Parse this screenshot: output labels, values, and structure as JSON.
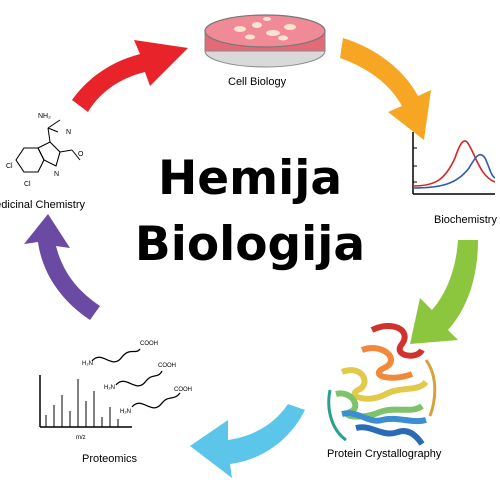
{
  "title": {
    "line1": "Hemija",
    "line2": "Biologija"
  },
  "stages": [
    {
      "name": "Cell Biology"
    },
    {
      "name": "Biochemistry"
    },
    {
      "name": "Protein Crystallography"
    },
    {
      "name": "Proteomics"
    },
    {
      "name": "Medicinal Chemistry"
    }
  ],
  "arrows": [
    {
      "color": "#e8232a"
    },
    {
      "color": "#f6a623"
    },
    {
      "color": "#8cc63f"
    },
    {
      "color": "#5bc5ea"
    },
    {
      "color": "#6a4aa2"
    }
  ],
  "proteomics_art": {
    "axis_label": "m/z",
    "group_a": "H₂N",
    "group_b": "COOH"
  },
  "molecule_art": {
    "amine": "NH₂",
    "nitrile": "N",
    "chloro": "Cl",
    "n_atom": "N",
    "oxygen": "O"
  }
}
